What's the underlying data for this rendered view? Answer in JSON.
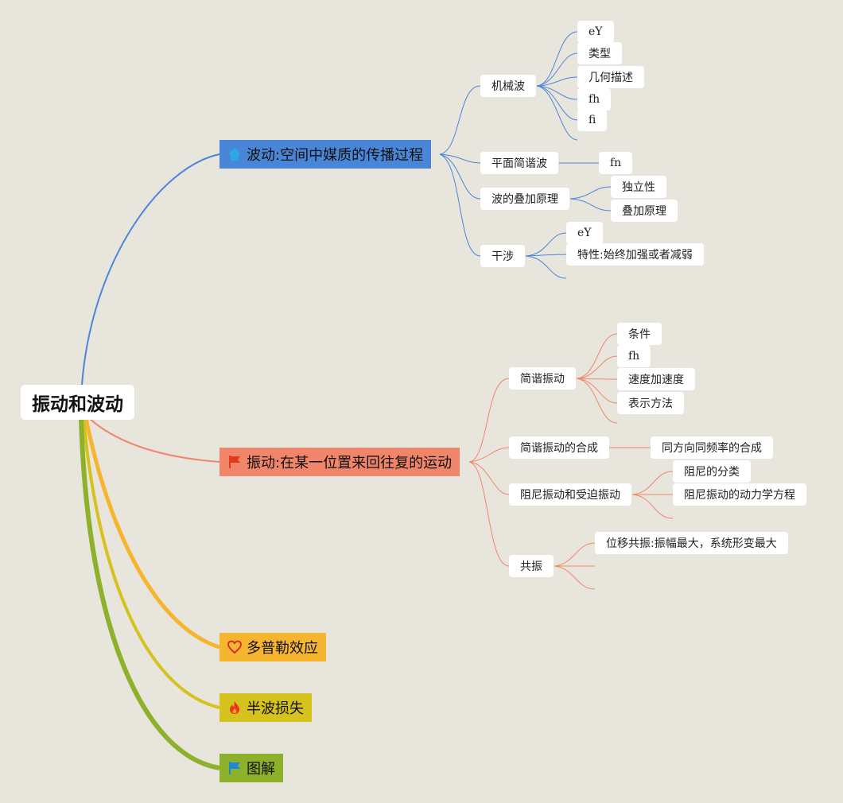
{
  "root": {
    "label": "振动和波动"
  },
  "branches": {
    "wave": {
      "label": "波动:空间中媒质的传播过程",
      "icon": "home-icon",
      "color": "#4a86d8"
    },
    "vibration": {
      "label": "振动:在某一位置来回往复的运动",
      "icon": "flag-icon",
      "color": "#f0856a"
    },
    "doppler": {
      "label": "多普勒效应",
      "icon": "heart-icon",
      "color": "#f5b52e"
    },
    "halfwave": {
      "label": "半波损失",
      "icon": "fire-icon",
      "color": "#d6c21c"
    },
    "diagram": {
      "label": "图解",
      "icon": "flag-icon",
      "color": "#8db12a"
    }
  },
  "wave_children": {
    "mechanical": {
      "label": "机械波",
      "children": [
        "eY",
        "类型",
        "几何描述",
        "fh",
        "fi"
      ]
    },
    "plane": {
      "label": "平面简谐波",
      "children": [
        "fn"
      ]
    },
    "superposition": {
      "label": "波的叠加原理",
      "children": [
        "独立性",
        "叠加原理"
      ]
    },
    "interference": {
      "label": "干涉",
      "children": [
        "eY",
        "特性:始终加强或者减弱"
      ]
    }
  },
  "vibration_children": {
    "shm": {
      "label": "简谐振动",
      "children": [
        "条件",
        "fh",
        "速度加速度",
        "表示方法"
      ]
    },
    "composition": {
      "label": "简谐振动的合成",
      "children": [
        "同方向同频率的合成"
      ]
    },
    "damped": {
      "label": "阻尼振动和受迫振动",
      "children": [
        "阻尼的分类",
        "阻尼振动的动力学方程"
      ]
    },
    "resonance": {
      "label": "共振",
      "children": [
        "位移共振:振幅最大，系统形变最大"
      ]
    }
  }
}
